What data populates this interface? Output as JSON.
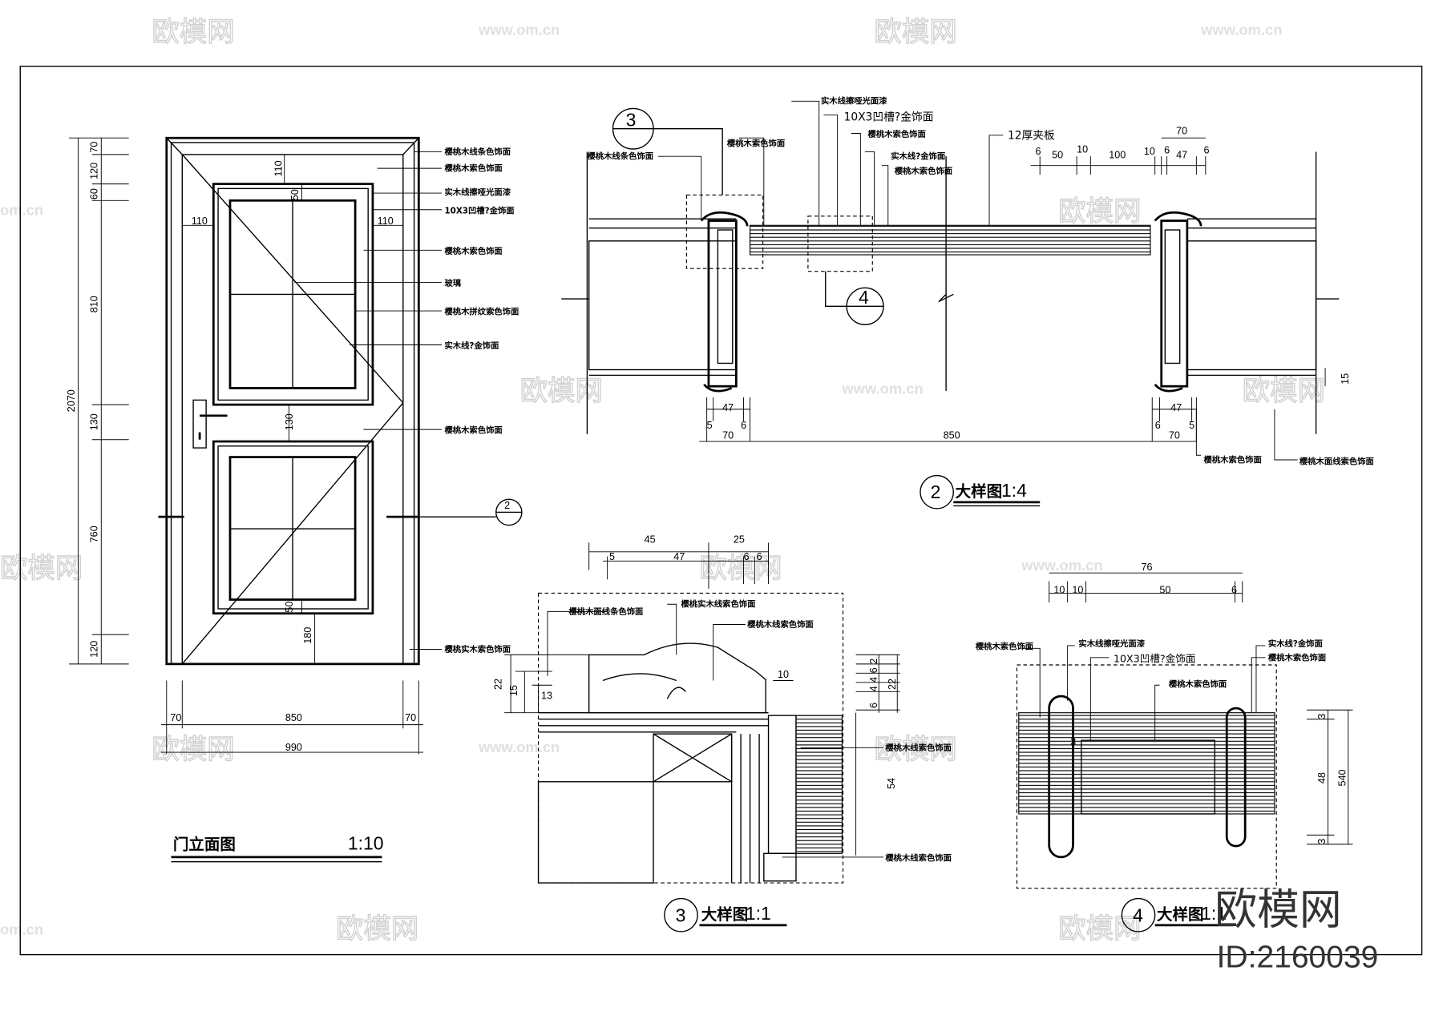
{
  "watermark": {
    "logo": "欧模网",
    "url": "www.om.cn",
    "url_short": "om.cn",
    "brand": "欧模网",
    "id": "ID:2160039"
  },
  "elevation": {
    "title": "门立面图",
    "scale": "1:10",
    "left_dims": [
      "70",
      "120",
      "60",
      "810",
      "130",
      "760",
      "120"
    ],
    "total_height": "2070",
    "bottom_dims": [
      "70",
      "850",
      "70"
    ],
    "total_width": "990",
    "inner_dims": {
      "top": "110",
      "left": "110",
      "right": "110",
      "glass_top": "50",
      "mid": "130",
      "glass_bottom": "50",
      "bottom": "180"
    },
    "section_mark": "2",
    "callouts": [
      "樱桃木线条色饰面",
      "樱桃木索色饰面",
      "实木线擦哑光面漆",
      "10X3凹槽?金饰面",
      "樱桃木索色饰面",
      "玻璃",
      "樱桃木拼纹索色饰面",
      "实木线?金饰面",
      "樱桃木索色饰面",
      "樱桃实木索色饰面"
    ]
  },
  "detail2": {
    "number": "2",
    "title": "大样图",
    "scale": "1:4",
    "ref3": "3",
    "ref4": "4",
    "callouts": [
      "樱桃木线条色饰面",
      "樱桃木索色饰面",
      "实木线擦哑光面漆",
      "10X3凹槽?金饰面",
      "樱桃木索色饰面",
      "实木线?金饰面",
      "樱桃木索色饰面",
      "12厚夹板",
      "樱桃木索色饰面",
      "樱桃木面线索色饰面"
    ],
    "top_dims": [
      "70",
      "6",
      "50",
      "10",
      "100",
      "10",
      "6",
      "47",
      "6"
    ],
    "left_dims": [
      "47",
      "5",
      "6",
      "70"
    ],
    "right_dims": [
      "47",
      "6",
      "5",
      "70"
    ],
    "span": "850",
    "right_side": "15"
  },
  "detail3": {
    "number": "3",
    "title": "大样图",
    "scale": "1:1",
    "top_dims": [
      "45",
      "25",
      "5",
      "47",
      "6",
      "6"
    ],
    "left_dims": [
      "22",
      "15",
      "13"
    ],
    "right_dims": [
      "2",
      "6",
      "4",
      "4",
      "6",
      "22",
      "10",
      "54"
    ],
    "callouts": [
      "樱桃木面线条色饰面",
      "樱桃实木线索色饰面",
      "樱桃木线索色饰面",
      "樱桃木线索色饰面",
      "樱桃木线索色饰面"
    ]
  },
  "detail4": {
    "number": "4",
    "title": "大样图",
    "scale": "1:1",
    "top_dims": [
      "76",
      "10",
      "10",
      "50",
      "6"
    ],
    "right_dims": [
      "3",
      "48",
      "3",
      "540"
    ],
    "inner_dim": "3",
    "callouts": [
      "樱桃木索色饰面",
      "实木线擦哑光面漆",
      "10X3凹槽?金饰面",
      "樱桃木索色饰面",
      "实木线?金饰面",
      "樱桃木索色饰面"
    ]
  }
}
